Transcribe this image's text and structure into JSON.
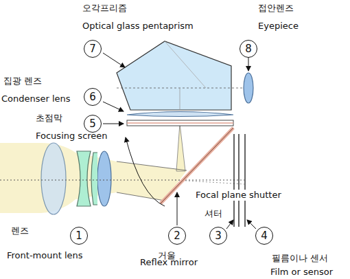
{
  "diagram": {
    "nodes": [
      {
        "text": [
          "7"
        ]
      },
      {
        "text": [
          "8"
        ]
      },
      {
        "text": [
          "6"
        ]
      },
      {
        "text": [
          "5"
        ]
      },
      {
        "text": [
          "1"
        ]
      },
      {
        "text": [
          "2"
        ]
      },
      {
        "text": [
          "3"
        ]
      },
      {
        "text": [
          "4"
        ]
      }
    ],
    "labels": [
      "오각프리즘",
      "Optical glass pentaprism",
      "접안렌즈",
      "Eyepiece",
      "집광 렌즈",
      "Condenser lens",
      "초점막",
      "Focusing screen",
      "Focal plane shutter",
      "셔터",
      "렌즈",
      "Front-mount lens",
      "거울",
      "Reflex mirror",
      "필름이나 센서",
      "Film or sensor"
    ]
  }
}
